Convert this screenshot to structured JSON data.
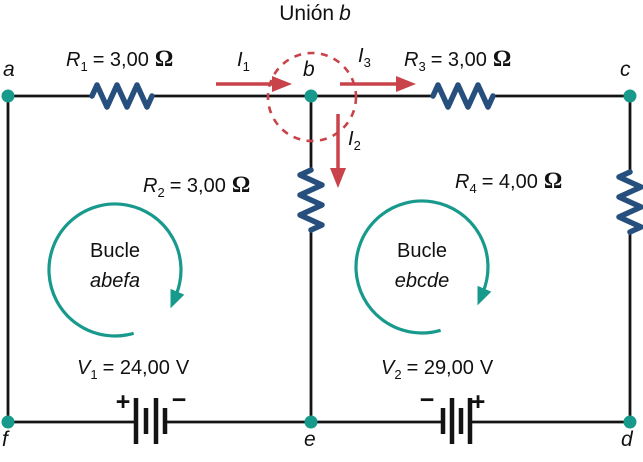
{
  "title": {
    "prefix": "Unión",
    "node": "b"
  },
  "colors": {
    "wire": "#141414",
    "teal": "#17998c",
    "red": "#c8434a",
    "navy": "#264f7d",
    "ink": "#111111"
  },
  "nodes": {
    "a": "a",
    "b": "b",
    "c": "c",
    "d": "d",
    "e": "e",
    "f": "f"
  },
  "components": {
    "r1": {
      "sym": "R",
      "sub": "1",
      "value": "= 3,00",
      "unit": "Ω"
    },
    "r2": {
      "sym": "R",
      "sub": "2",
      "value": "= 3,00",
      "unit": "Ω"
    },
    "r3": {
      "sym": "R",
      "sub": "3",
      "value": "= 3,00",
      "unit": "Ω"
    },
    "r4": {
      "sym": "R",
      "sub": "4",
      "value": "= 4,00",
      "unit": "Ω"
    },
    "v1": {
      "sym": "V",
      "sub": "1",
      "value": "= 24,00",
      "unit": "V"
    },
    "v2": {
      "sym": "V",
      "sub": "2",
      "value": "= 29,00",
      "unit": "V"
    }
  },
  "currents": {
    "i1": {
      "sym": "I",
      "sub": "1"
    },
    "i2": {
      "sym": "I",
      "sub": "2"
    },
    "i3": {
      "sym": "I",
      "sub": "3"
    }
  },
  "loops": {
    "left": {
      "line1": "Bucle",
      "line2": "abefa"
    },
    "right": {
      "line1": "Bucle",
      "line2": "ebcde"
    }
  },
  "battery_signs": {
    "v1_left": "+",
    "v1_right": "−",
    "v2_left": "−",
    "v2_right": "+"
  }
}
